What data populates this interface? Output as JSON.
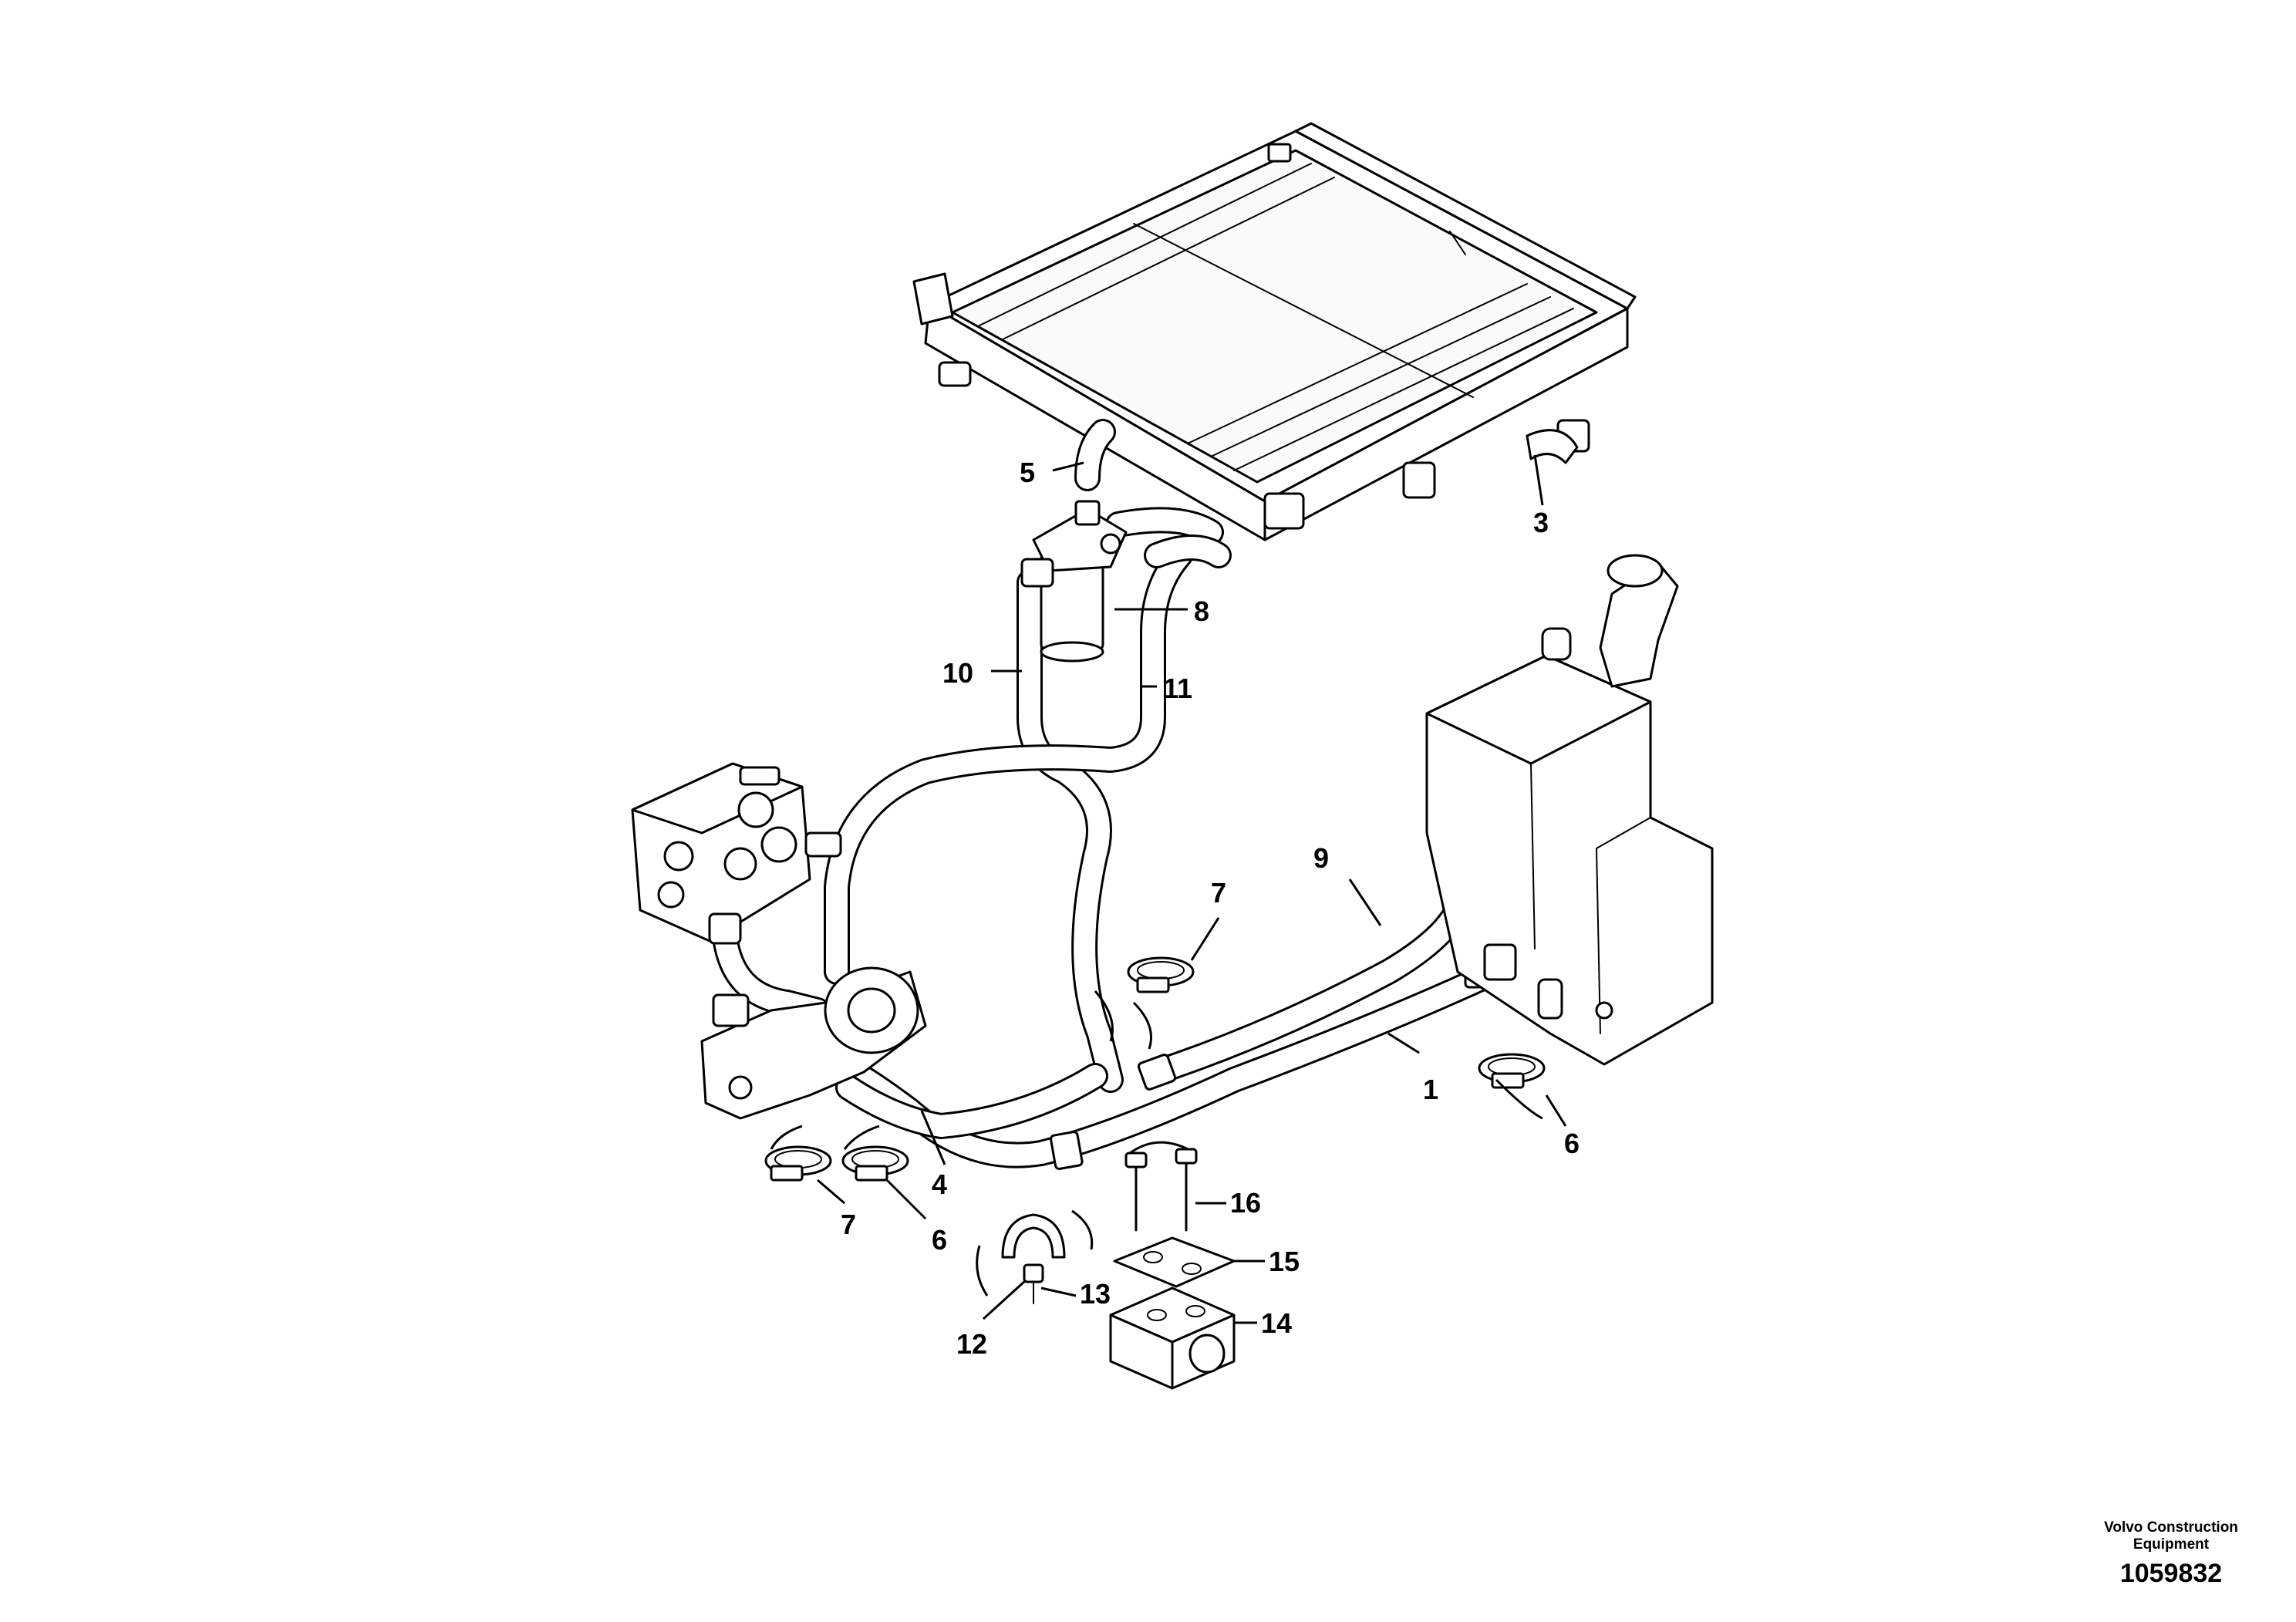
{
  "callouts": [
    {
      "id": "callout-1",
      "text": "1"
    },
    {
      "id": "callout-3",
      "text": "3"
    },
    {
      "id": "callout-4",
      "text": "4"
    },
    {
      "id": "callout-5",
      "text": "5"
    },
    {
      "id": "callout-6a",
      "text": "6"
    },
    {
      "id": "callout-6b",
      "text": "6"
    },
    {
      "id": "callout-7a",
      "text": "7"
    },
    {
      "id": "callout-7b",
      "text": "7"
    },
    {
      "id": "callout-8",
      "text": "8"
    },
    {
      "id": "callout-9",
      "text": "9"
    },
    {
      "id": "callout-10",
      "text": "10"
    },
    {
      "id": "callout-11",
      "text": "11"
    },
    {
      "id": "callout-12",
      "text": "12"
    },
    {
      "id": "callout-13",
      "text": "13"
    },
    {
      "id": "callout-14",
      "text": "14"
    },
    {
      "id": "callout-15",
      "text": "15"
    },
    {
      "id": "callout-16",
      "text": "16"
    }
  ],
  "brand": {
    "line1": "Volvo Construction",
    "line2": "Equipment",
    "drawing_number": "1059832"
  },
  "colors": {
    "ink": "#000000",
    "paper": "#ffffff"
  }
}
